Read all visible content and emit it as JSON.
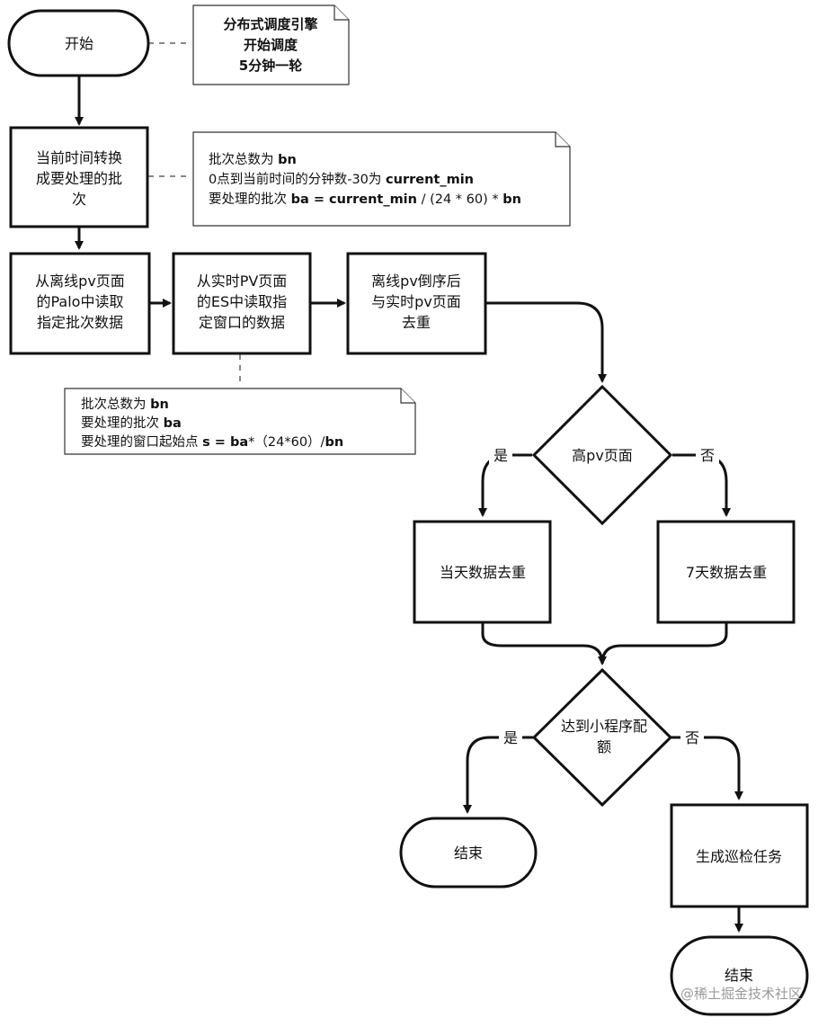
{
  "start": "开始",
  "start_note": [
    "分布式调度引擎",
    "开始调度",
    "5分钟一轮"
  ],
  "step_convert": [
    "当前时间转换",
    "成要处理的批",
    "次"
  ],
  "note_convert": {
    "line1": {
      "text": "批次总数为 ",
      "bold": "bn"
    },
    "line2": {
      "text": "0点到当前时间的分钟数-30为 ",
      "bold": "current_min"
    },
    "line3": {
      "text": "要处理的批次 ",
      "bold1": "ba = current_min",
      "mid": " / (24 * 60) * ",
      "bold2": "bn"
    }
  },
  "step_palo": [
    "从离线pv页面",
    "的Palo中读取",
    "指定批次数据"
  ],
  "step_es": [
    "从实时PV页面",
    "的ES中读取指",
    "定窗口的数据"
  ],
  "step_dedupe": [
    "离线pv倒序后",
    "与实时pv页面",
    "去重"
  ],
  "note_window": {
    "line1": {
      "text": "批次总数为 ",
      "bold": "bn"
    },
    "line2": {
      "text": "要处理的批次 ",
      "bold": "ba"
    },
    "line3": {
      "text": "要处理的窗口起始点 ",
      "bold1": "s = ba",
      "mid": "*（24*60）/",
      "bold2": "bn"
    }
  },
  "decision_high_pv": "高pv页面",
  "yes": "是",
  "no": "否",
  "step_today": "当天数据去重",
  "step_7days": "7天数据去重",
  "decision_quota": [
    "达到小程序配",
    "额"
  ],
  "end": "结束",
  "step_generate": "生成巡检任务",
  "watermark": "@稀土掘金技术社区"
}
